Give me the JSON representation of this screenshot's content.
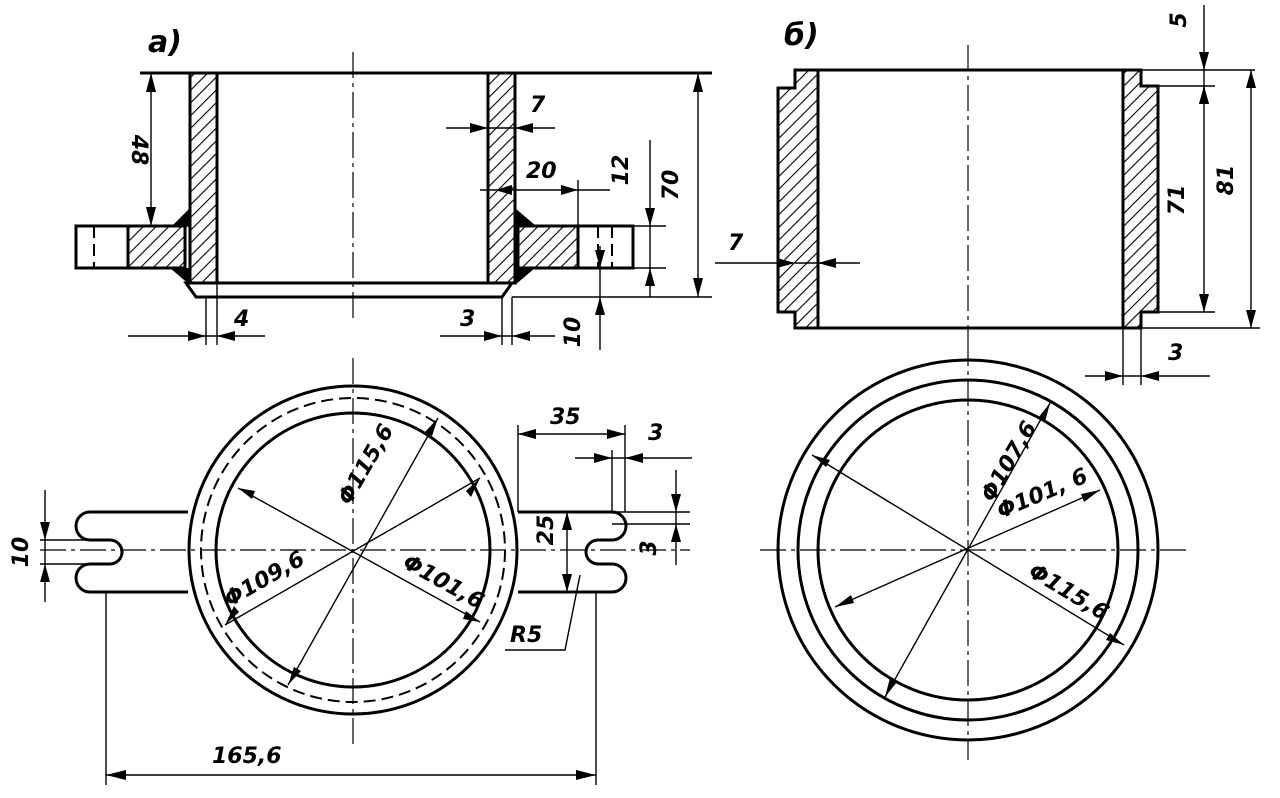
{
  "view_a": {
    "label": "а)",
    "dims": {
      "height_48": "48",
      "wall_7": "7",
      "flange_20": "20",
      "flange_12": "12",
      "height_70": "70",
      "bottom_4": "4",
      "bottom_3": "3",
      "bottom_10": "10"
    }
  },
  "plan_a": {
    "dims": {
      "slot_10": "10",
      "diam_115": "Φ115,6",
      "diam_109": "Φ109,6",
      "diam_101": "Φ101,6",
      "lug_35": "35",
      "lug_3_top": "3",
      "lug_25": "25",
      "lug_3_side": "3",
      "radius_r5": "R5",
      "overall_165": "165,6"
    }
  },
  "view_b": {
    "label": "б)",
    "dims": {
      "step_5": "5",
      "wall_7": "7",
      "height_71": "71",
      "height_81": "81",
      "bottom_3": "3"
    }
  },
  "plan_b": {
    "dims": {
      "diam_107": "Φ107,6",
      "diam_101": "Φ101, 6",
      "diam_115": "Φ115,6"
    }
  }
}
